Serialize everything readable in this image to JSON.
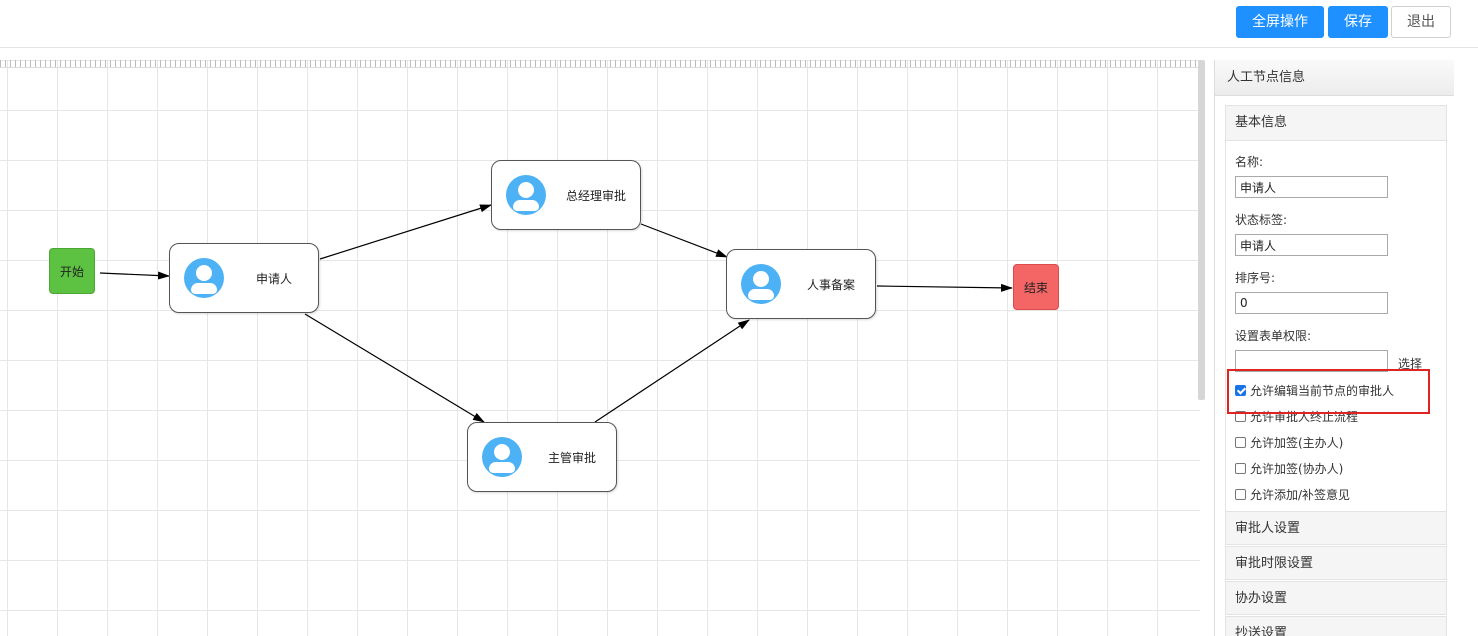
{
  "toolbar": {
    "fullscreen_label": "全屏操作",
    "save_label": "保存",
    "exit_label": "退出"
  },
  "flow": {
    "start_label": "开始",
    "end_label": "结束",
    "tasks": {
      "applicant": "申请人",
      "gm_approval": "总经理审批",
      "hr_record": "人事备案",
      "supervisor_approval": "主管审批"
    }
  },
  "panel": {
    "title": "人工节点信息",
    "basic_info": {
      "title": "基本信息",
      "name_label": "名称:",
      "name_value": "申请人",
      "status_label": "状态标签:",
      "status_value": "申请人",
      "order_label": "排序号:",
      "order_value": "0",
      "form_perm_label": "设置表单权限:",
      "form_perm_value": "",
      "select_label": "选择",
      "options": [
        {
          "label": "允许编辑当前节点的审批人",
          "checked": true
        },
        {
          "label": "允许审批人终止流程",
          "checked": false
        },
        {
          "label": "允许加签(主办人)",
          "checked": false
        },
        {
          "label": "允许加签(协办人)",
          "checked": false
        },
        {
          "label": "允许添加/补签意见",
          "checked": false
        }
      ]
    },
    "sections": {
      "approver": "审批人设置",
      "time_limit": "审批时限设置",
      "assist": "协办设置",
      "cc": "抄送设置"
    }
  },
  "colors": {
    "primary": "#1e90ff",
    "start_node": "#5dc242",
    "end_node": "#f46565",
    "avatar": "#4db1f5",
    "highlight": "#e02424"
  }
}
